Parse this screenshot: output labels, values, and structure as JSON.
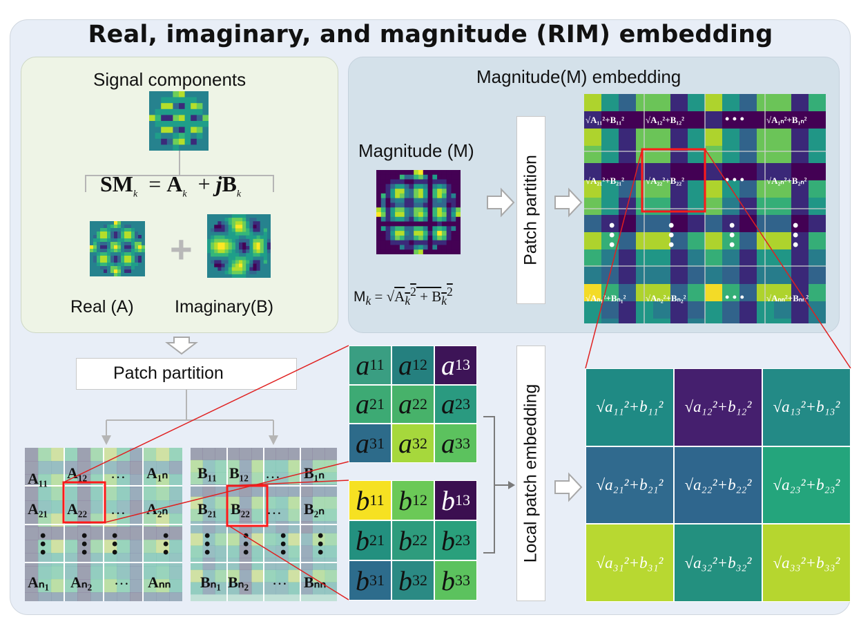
{
  "title": "Real, imaginary, and magnitude (RIM) embedding",
  "signal_panel": {
    "heading": "Signal components",
    "equation": "SMₖ = Aₖ + jBₖ",
    "plus": "+",
    "real_label": "Real (A)",
    "imag_label": "Imaginary(B)"
  },
  "magnitude_panel": {
    "heading": "Magnitude(M) embedding",
    "magnitude_label": "Magnitude (M)",
    "formula": "Mₖ = √(Aₖ² + Bₖ²)",
    "patch_partition": "Patch partition",
    "grid_labels": [
      "√A₁₁²+B₁₁²",
      "√A₁₂²+B₁₂²",
      "• • •",
      "√A₁ₙ²+B₁ₙ²",
      "√A₂₁²+B₂₁²",
      "√A₂₂²+B₂₂²",
      "• • •",
      "√A₂ₙ²+B₂ₙ²",
      "√Aₙ₁²+Bₙ₁²",
      "√Aₙ₂²+Bₙ₂²",
      "• • •",
      "√Aₙₙ²+Bₙₙ²"
    ]
  },
  "lower": {
    "patch_partition": "Patch partition",
    "local_patch_embedding": "Local patch embedding",
    "a_grid": [
      "A₁₁",
      "A₁₂",
      "…",
      "A₁ₙ",
      "A₂₁",
      "A₂₂",
      "…",
      "A₂ₙ",
      "Aₙ₁",
      "Aₙ₂",
      "…",
      "Aₙₙ"
    ],
    "b_grid": [
      "B₁₁",
      "B₁₂",
      "…",
      "B₁ₙ",
      "B₂₁",
      "B₂₂",
      "…",
      "B₂ₙ",
      "Bₙ₁",
      "Bₙ₂",
      "…",
      "Bₙₙ"
    ],
    "a_patch": [
      [
        "a11",
        "#3a9e82"
      ],
      [
        "a12",
        "#25807f"
      ],
      [
        "a13",
        "#3d1457"
      ],
      [
        "a21",
        "#3daa74"
      ],
      [
        "a22",
        "#47b26a"
      ],
      [
        "a23",
        "#2a9a80"
      ],
      [
        "a31",
        "#2d6b8a"
      ],
      [
        "a32",
        "#a6d83c"
      ],
      [
        "a33",
        "#5cc25e"
      ]
    ],
    "b_patch": [
      [
        "b11",
        "#f6e122"
      ],
      [
        "b12",
        "#6bc957"
      ],
      [
        "b13",
        "#3b0f50"
      ],
      [
        "b21",
        "#23907f"
      ],
      [
        "b22",
        "#2e9c7d"
      ],
      [
        "b23",
        "#2aa07c"
      ],
      [
        "b31",
        "#2d6c8c"
      ],
      [
        "b32",
        "#2b8a84"
      ],
      [
        "b33",
        "#5cc25e"
      ]
    ],
    "embedded": [
      [
        "√a₁₁²+b₁₁²",
        "#1f8a84"
      ],
      [
        "√a₁₂²+b₁₂²",
        "#451f6e"
      ],
      [
        "√a₁₃²+b₁₃²",
        "#238a86"
      ],
      [
        "√a₂₁²+b₂₁²",
        "#306a8e"
      ],
      [
        "√a₂₂²+b₂₂²",
        "#2f668d"
      ],
      [
        "√a₂₃²+b₂₃²",
        "#24a57c"
      ],
      [
        "√a₃₁²+b₃₁²",
        "#b8d831"
      ],
      [
        "√a₃₂²+b₃₂²",
        "#23907f"
      ],
      [
        "√a₃₃²+b₃₃²",
        "#b6d62f"
      ]
    ]
  },
  "colors": {
    "red_link": "#e02020",
    "highlight": "#ff1a1a",
    "arrow_gray": "#a8a8a8"
  }
}
